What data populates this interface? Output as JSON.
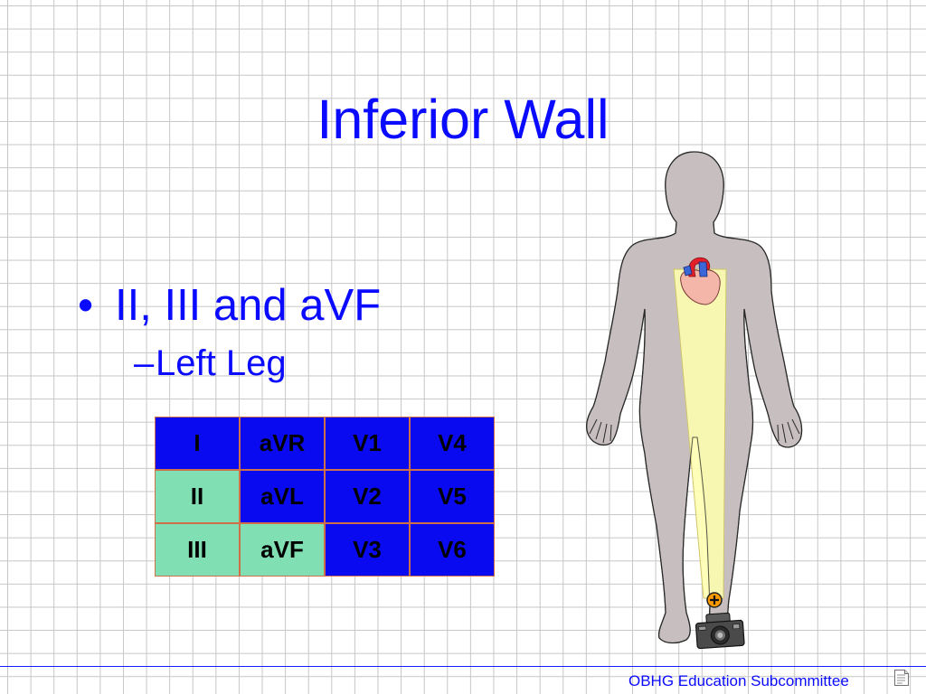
{
  "slide": {
    "title": "Inferior Wall",
    "bullet_marker": "•",
    "bullet": "II, III and aVF",
    "sub_bullet_marker": "–",
    "sub_bullet": "Left Leg",
    "footer": "OBHG Education Subcommittee"
  },
  "lead_table": {
    "rows": [
      [
        {
          "label": "I",
          "highlight": false
        },
        {
          "label": "aVR",
          "highlight": false
        },
        {
          "label": "V1",
          "highlight": false
        },
        {
          "label": "V4",
          "highlight": false
        }
      ],
      [
        {
          "label": "II",
          "highlight": true
        },
        {
          "label": "aVL",
          "highlight": false
        },
        {
          "label": "V2",
          "highlight": false
        },
        {
          "label": "V5",
          "highlight": false
        }
      ],
      [
        {
          "label": "III",
          "highlight": true
        },
        {
          "label": "aVF",
          "highlight": true
        },
        {
          "label": "V3",
          "highlight": false
        },
        {
          "label": "V6",
          "highlight": false
        }
      ]
    ]
  },
  "colors": {
    "text": "#0a0aff",
    "grid": "#c6c6c6",
    "cell": "#0a0af0",
    "cell_highlight": "#80e0b4",
    "cell_border": "#d07048",
    "body": "#c7bfbf",
    "beam": "#ffffb0",
    "electrode": "#ff9a00",
    "footer_line": "#1a1aff"
  },
  "icons": {
    "figure": "body-figure",
    "heart": "heart-icon",
    "electrode": "positive-electrode-icon",
    "camera": "camera-icon",
    "footer": "document-icon"
  }
}
